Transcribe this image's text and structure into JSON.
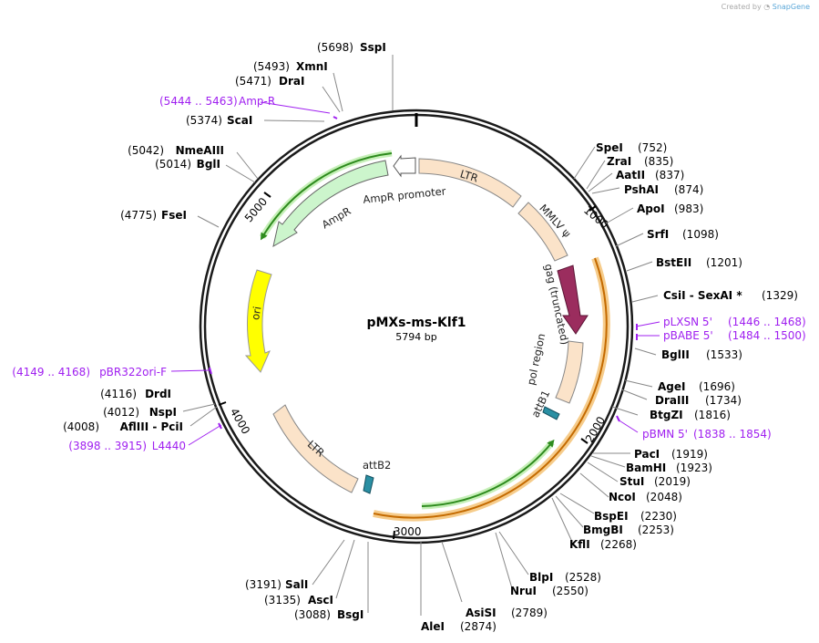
{
  "credit": {
    "prefix": "Created by",
    "brand": "SnapGene"
  },
  "plasmid": {
    "name": "pMXs-ms-Klf1",
    "size_label": "5794 bp"
  },
  "ticks": [
    "1000",
    "2000",
    "3000",
    "4000",
    "5000"
  ],
  "features": [
    {
      "label": "LTR",
      "color": "#fbe3c9"
    },
    {
      "label": "MMLV ψ",
      "color": "#fbe3c9"
    },
    {
      "label": "gag (truncated)",
      "color": "#9b2d5e"
    },
    {
      "label": "pol region",
      "color": "#fbe3c9"
    },
    {
      "label": "attB1",
      "color": "#2a8fa3"
    },
    {
      "label": "LTR",
      "color": "#fbe3c9"
    },
    {
      "label": "attB2",
      "color": "#2a8fa3"
    },
    {
      "label": "ori",
      "color": "#ffff00"
    },
    {
      "label": "AmpR",
      "color": "#ccf5cc"
    },
    {
      "label": "AmpR promoter",
      "color": "#ffffff"
    }
  ],
  "sites": [
    {
      "name": "SspI",
      "pos": "(5698)"
    },
    {
      "name": "XmnI",
      "pos": "(5493)"
    },
    {
      "name": "DraI",
      "pos": "(5471)"
    },
    {
      "name": "Amp-R",
      "pos": "(5444 .. 5463)",
      "primer": true
    },
    {
      "name": "ScaI",
      "pos": "(5374)"
    },
    {
      "name": "NmeAIII",
      "pos": "(5042)"
    },
    {
      "name": "BglI",
      "pos": "(5014)"
    },
    {
      "name": "FseI",
      "pos": "(4775)"
    },
    {
      "name": "pBR322ori-F",
      "pos": "(4149 .. 4168)",
      "primer": true
    },
    {
      "name": "DrdI",
      "pos": "(4116)"
    },
    {
      "name": "NspI",
      "pos": "(4012)"
    },
    {
      "name": "AflIII - PciI",
      "pos": "(4008)"
    },
    {
      "name": "L4440",
      "pos": "(3898 .. 3915)",
      "primer": true
    },
    {
      "name": "SalI",
      "pos": "(3191)"
    },
    {
      "name": "AscI",
      "pos": "(3135)"
    },
    {
      "name": "BsgI",
      "pos": "(3088)"
    },
    {
      "name": "AleI",
      "pos": "(2874)"
    },
    {
      "name": "AsiSI",
      "pos": "(2789)"
    },
    {
      "name": "NruI",
      "pos": "(2550)"
    },
    {
      "name": "BlpI",
      "pos": "(2528)"
    },
    {
      "name": "KflI",
      "pos": "(2268)"
    },
    {
      "name": "BmgBI",
      "pos": "(2253)"
    },
    {
      "name": "BspEI",
      "pos": "(2230)"
    },
    {
      "name": "NcoI",
      "pos": "(2048)"
    },
    {
      "name": "StuI",
      "pos": "(2019)"
    },
    {
      "name": "BamHI",
      "pos": "(1923)"
    },
    {
      "name": "PacI",
      "pos": "(1919)"
    },
    {
      "name": "pBMN 5'",
      "pos": "(1838 .. 1854)",
      "primer": true
    },
    {
      "name": "BtgZI",
      "pos": "(1816)"
    },
    {
      "name": "DraIII",
      "pos": "(1734)"
    },
    {
      "name": "AgeI",
      "pos": "(1696)"
    },
    {
      "name": "BglII",
      "pos": "(1533)"
    },
    {
      "name": "pBABE 5'",
      "pos": "(1484 .. 1500)",
      "primer": true
    },
    {
      "name": "pLXSN 5'",
      "pos": "(1446 .. 1468)",
      "primer": true
    },
    {
      "name": "CsiI - SexAI *",
      "pos": "(1329)"
    },
    {
      "name": "BstEII",
      "pos": "(1201)"
    },
    {
      "name": "SrfI",
      "pos": "(1098)"
    },
    {
      "name": "ApoI",
      "pos": "(983)"
    },
    {
      "name": "PshAI",
      "pos": "(874)"
    },
    {
      "name": "AatII",
      "pos": "(837)"
    },
    {
      "name": "ZraI",
      "pos": "(835)"
    },
    {
      "name": "SpeI",
      "pos": "(752)"
    }
  ]
}
